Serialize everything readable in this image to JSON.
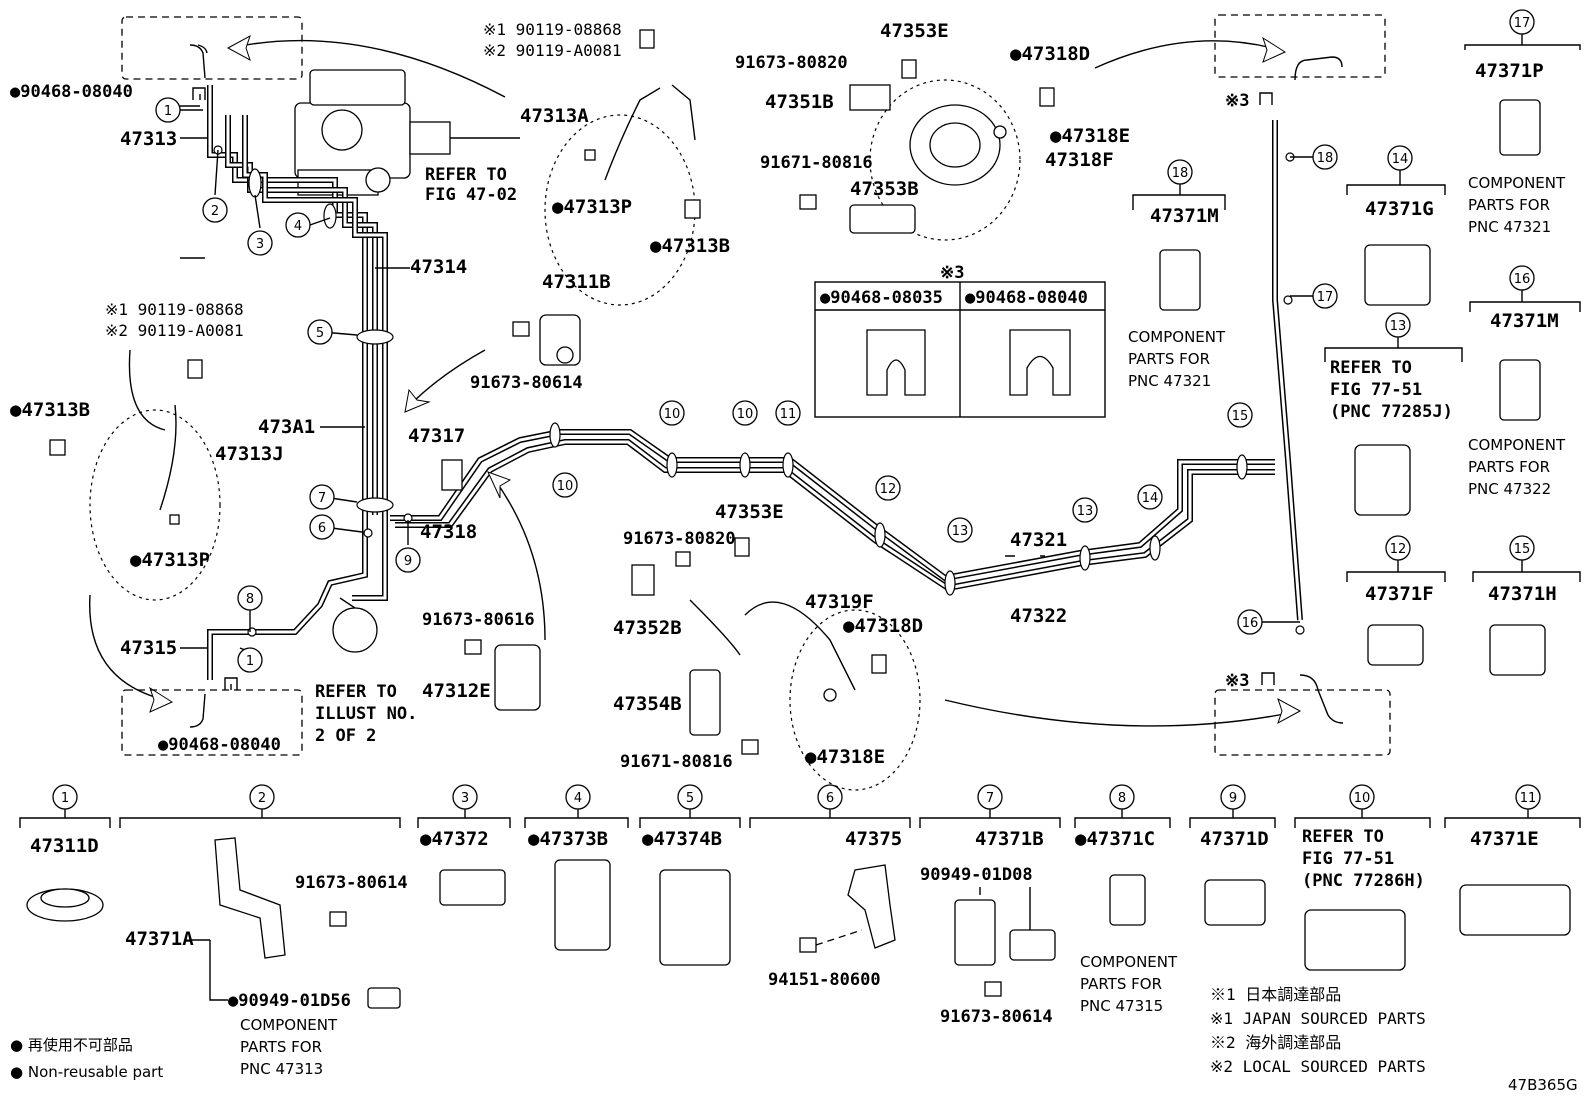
{
  "callouts": {
    "c_473A1": "473A1",
    "c_47313": "47313",
    "c_47314": "47314",
    "c_47315": "47315",
    "c_47317": "47317",
    "c_47318": "47318",
    "c_47313A": "47313A",
    "c_47313P_top": "●47313P",
    "c_47313B_top": "●47313B",
    "c_jp1_top": "※1 90119-08868",
    "c_ov2_top": "※2 90119-A0081",
    "c_jp1_left": "※1 90119-08868",
    "c_ov2_left": "※2 90119-A0081",
    "c_47313B_left": "●47313B",
    "c_47313J": "47313J",
    "c_47313P_left": "●47313P",
    "c_clip_top": "●90468-08040",
    "c_clip_bot": "●90468-08040",
    "c_47311B": "47311B",
    "c_91673_80614_a": "91673-80614",
    "c_47312E": "47312E",
    "c_91673_80616": "91673-80616",
    "c_47353E_top": "47353E",
    "c_91673_80820_top": "91673-80820",
    "c_47351B": "47351B",
    "c_91671_80816_top": "91671-80816",
    "c_47353B": "47353B",
    "c_47318D_top": "●47318D",
    "c_47318E_top": "●47318E",
    "c_47318F": "47318F",
    "c_47353E_mid": "47353E",
    "c_91673_80820_mid": "91673-80820",
    "c_47352B": "47352B",
    "c_47319F": "47319F",
    "c_47318D_mid": "●47318D",
    "c_47354B": "47354B",
    "c_91671_80816_mid": "91671-80816",
    "c_47318E_mid": "●47318E",
    "c_47321": "47321",
    "c_47322": "47322",
    "c_refer1": "REFER TO",
    "c_refer1b": "FIG 47-02",
    "c_refer2": "REFER TO",
    "c_refer2b": "ILLUST NO.",
    "c_refer2c": "2 OF 2",
    "c_ref3": "※3",
    "c_ref3b": "※3"
  },
  "table": {
    "title": "※3",
    "col1": "●90468-08035",
    "col2": "●90468-08040"
  },
  "right_boxes": {
    "b17": {
      "num": "17",
      "pn": "47371P",
      "n1": "COMPONENT",
      "n2": "PARTS FOR",
      "n3": "PNC 47321"
    },
    "b18": {
      "num": "18",
      "pn": "47371M",
      "n1": "COMPONENT",
      "n2": "PARTS FOR",
      "n3": "PNC 47321"
    },
    "b14": {
      "num": "14",
      "pn": "47371G"
    },
    "b16": {
      "num": "16",
      "pn": "47371M",
      "n1": "COMPONENT",
      "n2": "PARTS FOR",
      "n3": "PNC 47322"
    },
    "b13": {
      "num": "13",
      "r1": "REFER TO",
      "r2": "FIG 77-51",
      "r3": "(PNC 77285J)"
    },
    "b12": {
      "num": "12",
      "pn": "47371F"
    },
    "b15": {
      "num": "15",
      "pn": "47371H"
    }
  },
  "bottom_boxes": {
    "k1": {
      "num": "1",
      "pn": "47311D"
    },
    "k2": {
      "num": "2",
      "pn": "47371A",
      "bolt": "91673-80614",
      "clip": "●90949-01D56",
      "n1": "COMPONENT",
      "n2": "PARTS FOR",
      "n3": "PNC 47313"
    },
    "k3": {
      "num": "3",
      "pn": "●47372"
    },
    "k4": {
      "num": "4",
      "pn": "●47373B"
    },
    "k5": {
      "num": "5",
      "pn": "●47374B"
    },
    "k6": {
      "num": "6",
      "pn": "47375",
      "bolt": "94151-80600"
    },
    "k7": {
      "num": "7",
      "pn": "47371B",
      "sub": "90949-01D08",
      "bolt": "91673-80614"
    },
    "k8": {
      "num": "8",
      "pn": "●47371C",
      "n1": "COMPONENT",
      "n2": "PARTS FOR",
      "n3": "PNC 47315"
    },
    "k9": {
      "num": "9",
      "pn": "47371D"
    },
    "k10": {
      "num": "10",
      "r1": "REFER TO",
      "r2": "FIG 77-51",
      "r3": "(PNC 77286H)"
    },
    "k11": {
      "num": "11",
      "pn": "47371E"
    }
  },
  "legend": {
    "l1": "● 再使用不可部品",
    "l2": "● Non-reusable part"
  },
  "footnotes": {
    "f1": "※1 日本調達部品",
    "f2": "※1 JAPAN SOURCED PARTS",
    "f3": "※2 海外調達部品",
    "f4": "※2 LOCAL SOURCED PARTS"
  },
  "figure_code": "47B365G",
  "circle_nums": {
    "n1a": "1",
    "n1b": "1",
    "n2": "2",
    "n3": "3",
    "n4": "4",
    "n5": "5",
    "n6": "6",
    "n7": "7",
    "n8": "8",
    "n9": "9",
    "n10a": "10",
    "n10b": "10",
    "n10c": "10",
    "n11": "11",
    "n12": "12",
    "n13a": "13",
    "n13b": "13",
    "n14": "14",
    "n15": "15",
    "n16": "16",
    "n17": "17",
    "n18": "18"
  }
}
